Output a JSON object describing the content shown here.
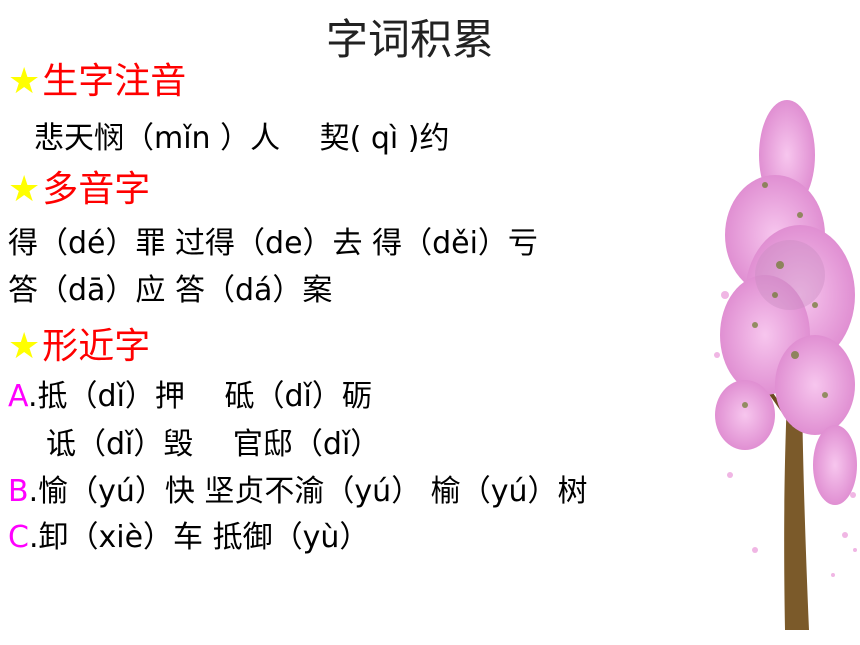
{
  "title": "字词积累",
  "section1": {
    "star": "★",
    "heading": "生字注音",
    "line1": "悲天悯（mǐn ）人　 契( qì )约"
  },
  "section2": {
    "star": "★",
    "heading": "多音字",
    "line1": "得（dé）罪  过得（de）去  得（děi）亏",
    "line2": "答（dā）应   答（dá）案"
  },
  "section3": {
    "star": "★",
    "heading": "形近字",
    "a_letter": "A",
    "a_line1": ".抵（dǐ）押　 砥（dǐ）砺",
    "a_line2": "诋（dǐ）毁　 官邸（dǐ）",
    "b_letter": "B",
    "b_line": ".愉（yú）快   坚贞不渝（yú）   榆（yú）树",
    "c_letter": "C",
    "c_line": ".卸（xiè）车   抵御（yù）"
  },
  "colors": {
    "heading": "#ff0000",
    "star": "#ffff00",
    "option_letter": "#ff00ff"
  },
  "decoration": {
    "tree": "blossom-tree-illustration"
  }
}
